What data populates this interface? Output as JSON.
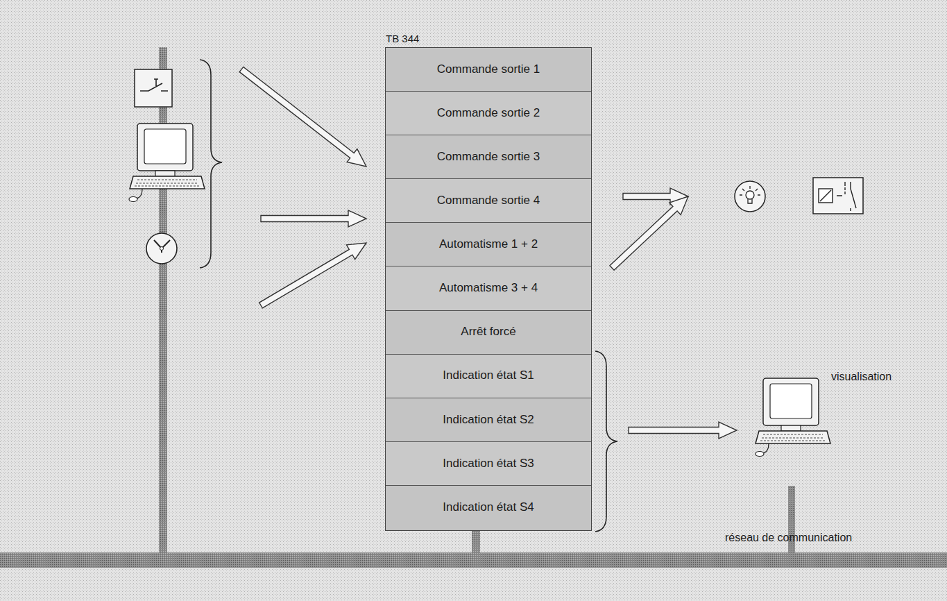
{
  "diagram": {
    "nodes": [
      {
        "text": [
          "TB 344"
        ]
      },
      {
        "text": [
          "Commande sortie 1"
        ],
        "in": 0
      },
      {
        "text": [
          "Commande sortie 2"
        ],
        "in": 0
      },
      {
        "text": [
          "Commande sortie 3"
        ],
        "in": 0
      },
      {
        "text": [
          "Commande sortie 4"
        ],
        "in": 0
      },
      {
        "text": [
          "Automatisme 1 + 2"
        ],
        "in": 0
      },
      {
        "text": [
          "Automatisme 3 + 4"
        ],
        "in": 0
      },
      {
        "text": [
          "Arrêt forcé"
        ],
        "in": 0
      },
      {
        "text": [
          "Indication état S1"
        ],
        "in": 0
      },
      {
        "text": [
          "Indication état S2"
        ],
        "in": 0
      },
      {
        "text": [
          "Indication état S3"
        ],
        "in": 0
      },
      {
        "text": [
          "Indication état S4"
        ],
        "in": 0
      }
    ],
    "labels": [
      "visualisation",
      "réseau de communication"
    ]
  }
}
